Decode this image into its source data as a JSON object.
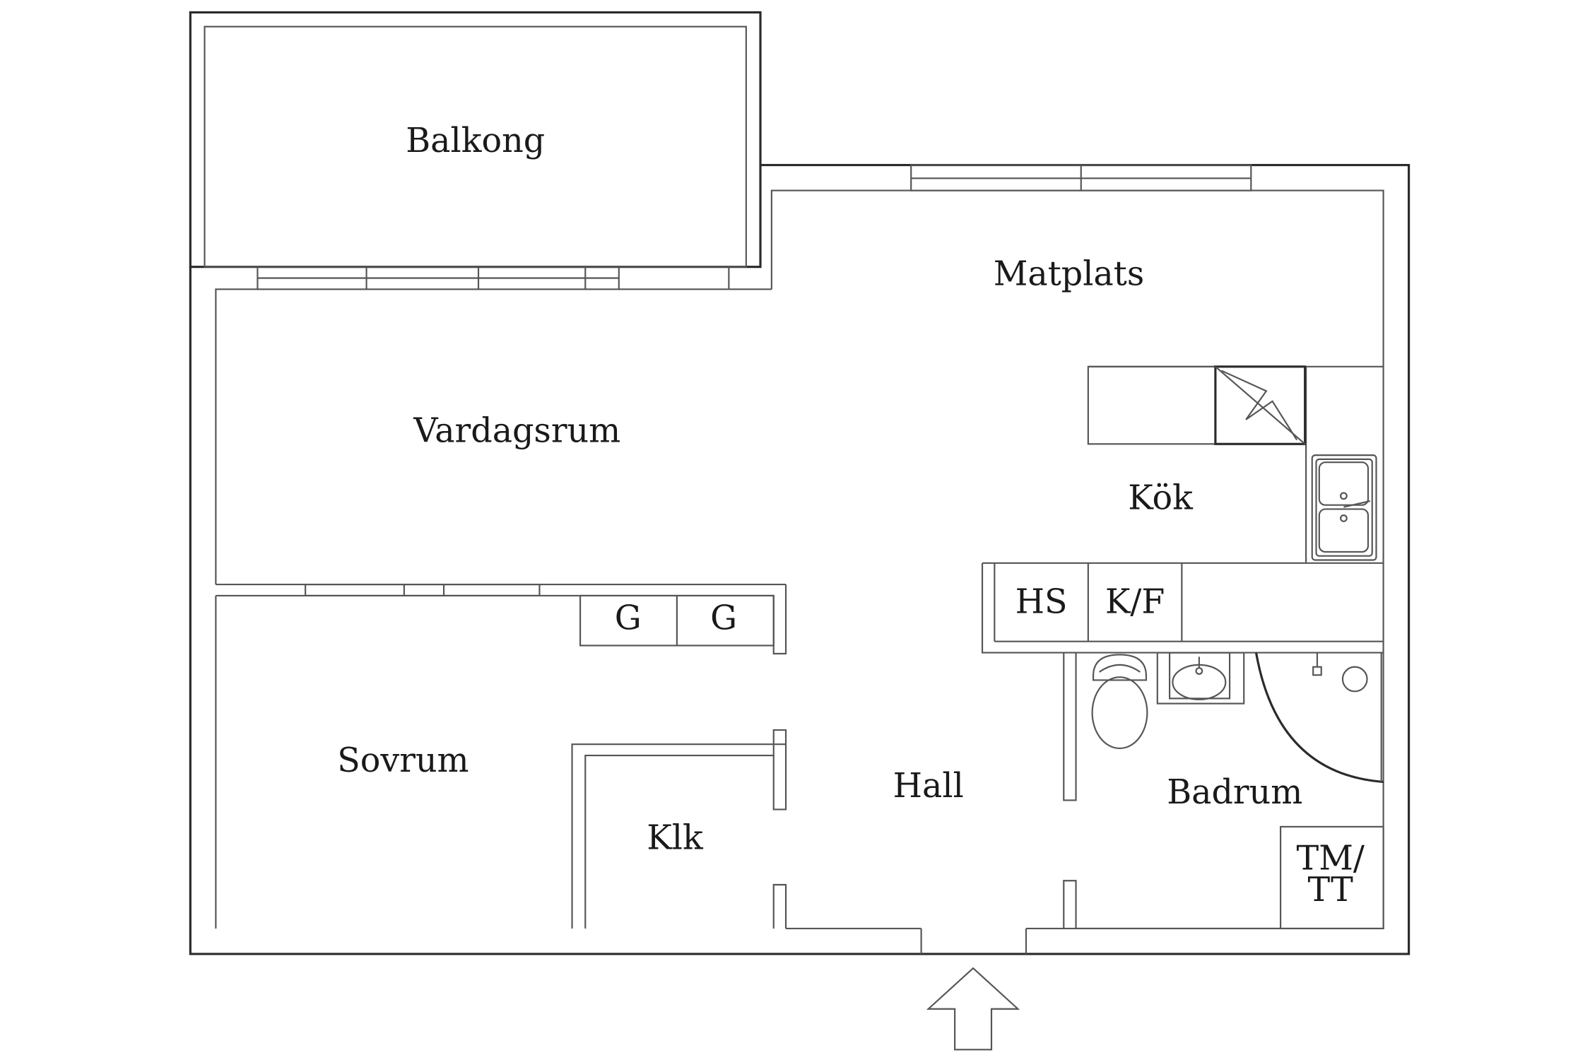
{
  "floorplan": {
    "rooms": {
      "balkong": "Balkong",
      "matplats": "Matplats",
      "vardagsrum": "Vardagsrum",
      "kok": "Kök",
      "sovrum": "Sovrum",
      "hall": "Hall",
      "klk": "Klk",
      "badrum": "Badrum"
    },
    "fixtures": {
      "hs": "HS",
      "kf": "K/F",
      "wardrobe_1": "G",
      "wardrobe_2": "G",
      "tm_line1": "TM/",
      "tm_line2": "TT"
    },
    "icons": [
      "stove-icon",
      "sink-icon",
      "toilet-icon",
      "washbasin-icon",
      "shower-icon",
      "floor-drain-icon",
      "entrance-arrow-icon"
    ],
    "colors": {
      "wall": "#2b2b2b",
      "background": "#ffffff"
    }
  }
}
